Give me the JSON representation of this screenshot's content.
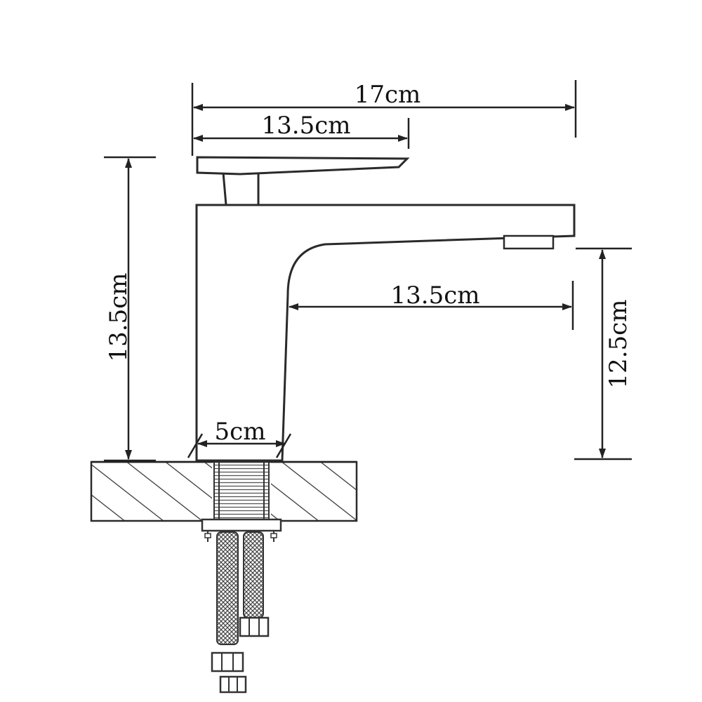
{
  "dimensions": {
    "total_width": "17cm",
    "handle_length": "13.5cm",
    "total_height": "13.5cm",
    "spout_reach": "13.5cm",
    "spout_height": "12.5cm",
    "base_width": "5cm"
  },
  "colors": {
    "line": "#222222",
    "background": "#ffffff"
  }
}
